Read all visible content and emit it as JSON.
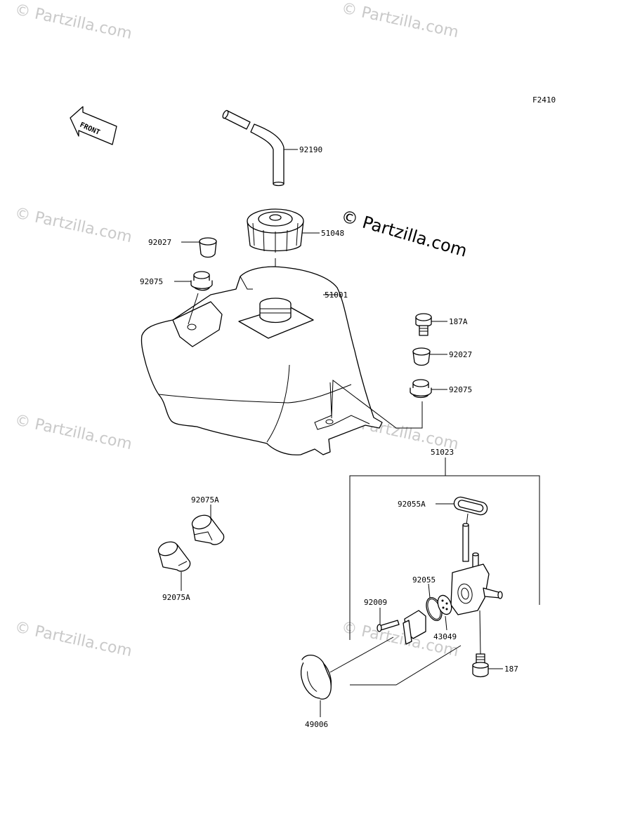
{
  "code": "F2410",
  "front_label": "FRONT",
  "copyright": "© Partzilla.com",
  "watermark": "© Partzilla.com",
  "parts": {
    "hose": "92190",
    "cap": "51048",
    "tank": "51001",
    "collar_top": "92027",
    "grommet_top": "92075",
    "bolt_right": "187A",
    "collar_right": "92027",
    "grommet_right": "92075",
    "cock_assy": "51023",
    "gasket_a": "92055A",
    "oring": "92055",
    "screw": "92009",
    "filter": "43049",
    "bolt_bottom": "187",
    "damper": "49006",
    "collar_a_top": "92075A",
    "collar_a_bottom": "92075A"
  }
}
